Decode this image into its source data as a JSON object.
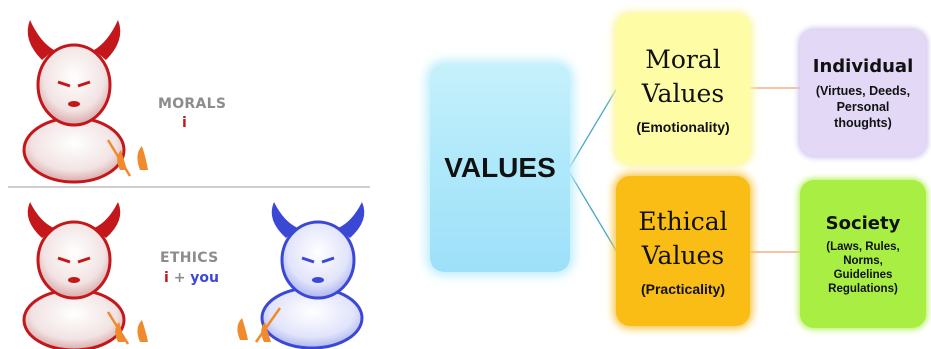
{
  "illustration": {
    "morals_label": "MORALS",
    "morals_sub": "i",
    "ethics_label": "ETHICS",
    "ethics_sub_i": "i",
    "ethics_sub_plus": "+",
    "ethics_sub_you": "you",
    "colors": {
      "red": "#c4171b",
      "blue": "#3b48d6",
      "gray": "#8c8c8c"
    }
  },
  "diagram": {
    "center": {
      "label": "VALUES",
      "color": "#aee8fb"
    },
    "moral": {
      "line1": "Moral",
      "line2": "Values",
      "sub": "(Emotionality)",
      "color": "#fffca6"
    },
    "ethical": {
      "line1": "Ethical",
      "line2": "Values",
      "sub": "(Practicality)",
      "color": "#f9bd16"
    },
    "individual": {
      "title": "Individual",
      "line1": "(Virtues, Deeds,",
      "line2": "Personal",
      "line3": "thoughts)",
      "color": "#e3d9f6"
    },
    "society": {
      "title": "Society",
      "line1": "(Laws, Rules,",
      "line2": "Norms,",
      "line3": "Guidelines",
      "line4": "Regulations)",
      "color": "#a9ee43"
    }
  }
}
